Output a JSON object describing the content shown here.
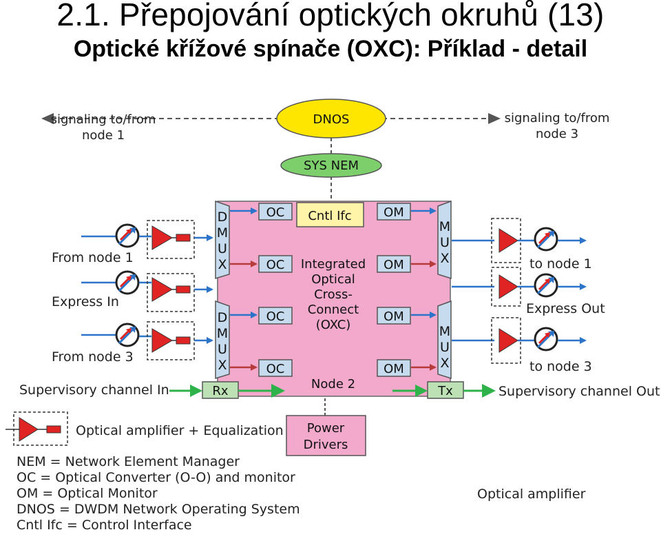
{
  "header": {
    "title": "2.1. Přepojování optických okruhů (13)",
    "subtitle": "Optické křížové spínače (OXC): Příklad - detail"
  },
  "diagram": {
    "dnos": "DNOS",
    "sys_nem": "SYS NEM",
    "signaling_left": [
      "signaling to/from",
      "node 1"
    ],
    "signaling_right": [
      "signaling to/from",
      "node 3"
    ],
    "cntl_ifc": "Cntl Ifc",
    "oc": "OC",
    "om": "OM",
    "demux_letters": [
      "D",
      "M",
      "U",
      "X"
    ],
    "mux_letters": [
      "M",
      "U",
      "X"
    ],
    "center_label": [
      "Integrated",
      "Optical",
      "Cross-",
      "Connect",
      "(OXC)"
    ],
    "node_label": "Node 2",
    "rx": "Rx",
    "tx": "Tx",
    "power_drivers": [
      "Power",
      "Drivers"
    ],
    "inputs": [
      "From node 1",
      "Express In",
      "From node 3"
    ],
    "outputs": [
      "to node 1",
      "Express Out",
      "to node 3"
    ],
    "supervisory_in": "Supervisory channel In",
    "supervisory_out": "Supervisory channel Out",
    "legend_amplifier": "Optical amplifier + Equalization",
    "optical_amplifier_label": "Optical amplifier",
    "abbreviations": [
      "NEM = Network Element Manager",
      "OC = Optical Converter (O-O) and monitor",
      "OM = Optical Monitor",
      "DNOS = DWDM Network Operating System",
      "Cntl Ifc = Control Interface"
    ]
  },
  "colors": {
    "oxc_fill": "#f2a9cc",
    "mux_fill": "#c6dbee",
    "dnos_fill": "#ffe600",
    "sys_nem_fill": "#7ccf6a",
    "blue_arrow": "#2b74c9",
    "red_arrow": "#b83b3b",
    "green_arrow": "#2fb24a",
    "amp_red": "#e02424"
  }
}
